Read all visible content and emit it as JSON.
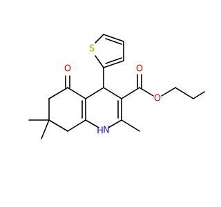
{
  "colors": {
    "bond": "#000000",
    "oxygen": "#e00000",
    "sulfur": "#b8a000",
    "nitrogen": "#1f1fd0",
    "background": "#ffffff"
  },
  "atoms": {
    "ketone_oxygen": "O",
    "ester_carbonyl_oxygen": "O",
    "ester_ether_oxygen": "O",
    "thiophene_sulfur": "S",
    "ring_nitrogen": "N",
    "ring_nitrogen_hydrogen": "H"
  }
}
